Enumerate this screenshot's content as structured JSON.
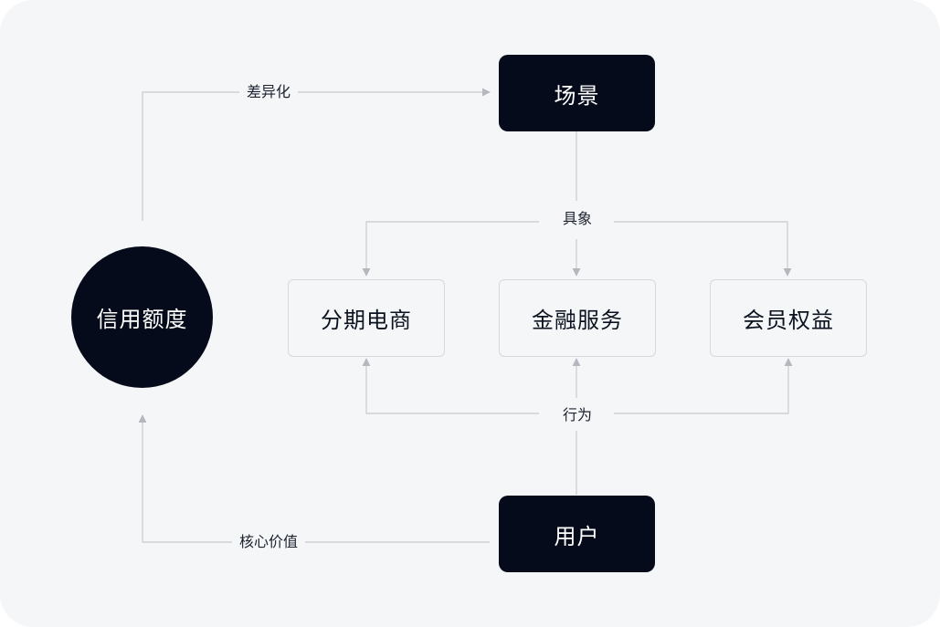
{
  "colors": {
    "background": "#f5f6f8",
    "dark_node": "#050b1a",
    "connector": "#c8cacf",
    "arrow": "#b4b7bd"
  },
  "nodes": {
    "credit": "信用额度",
    "scene": "场景",
    "user": "用户",
    "ecommerce": "分期电商",
    "finance": "金融服务",
    "membership": "会员权益"
  },
  "edges": {
    "differentiation": "差异化",
    "concretize": "具象",
    "behavior": "行为",
    "core_value": "核心价值"
  }
}
